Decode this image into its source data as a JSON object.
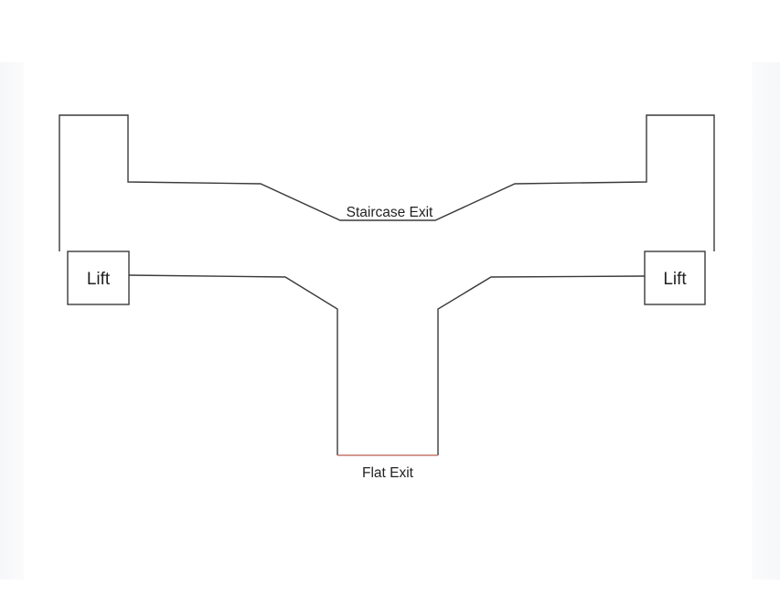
{
  "labels": {
    "lift_left": "Lift",
    "lift_right": "Lift",
    "staircase_exit": "Staircase Exit",
    "flat_exit": "Flat Exit"
  },
  "colors": {
    "wall": "#3a3a3a",
    "flat_exit_line": "#c8776a",
    "background": "#ffffff"
  }
}
